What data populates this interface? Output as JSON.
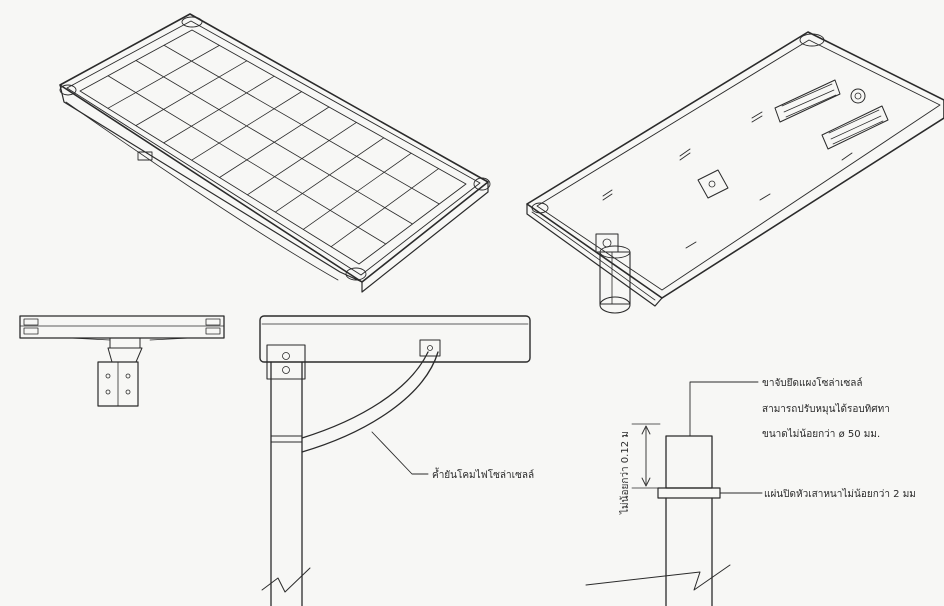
{
  "labels": {
    "bracket_line1": "ขาจับยึดแผงโซล่าเซลล์",
    "bracket_line2": "สามารถปรับหมุนได้รอบทิศทา",
    "bracket_line3": "ขนาดไม่น้อยกว่า ø 50 มม.",
    "arm": "ค้ำยันโคมไฟโซล่าเซลล์",
    "plate": "แผ่นปิดหัวเสาหนาไม่น้อยกว่า 2 มม",
    "height": "ไม่น้อยกว่า 0.12 ม"
  },
  "colors": {
    "line": "#2b2b2b",
    "paper": "#f7f7f5"
  },
  "icons": {
    "panel": "solar-panel-grid",
    "led": "led-module"
  }
}
